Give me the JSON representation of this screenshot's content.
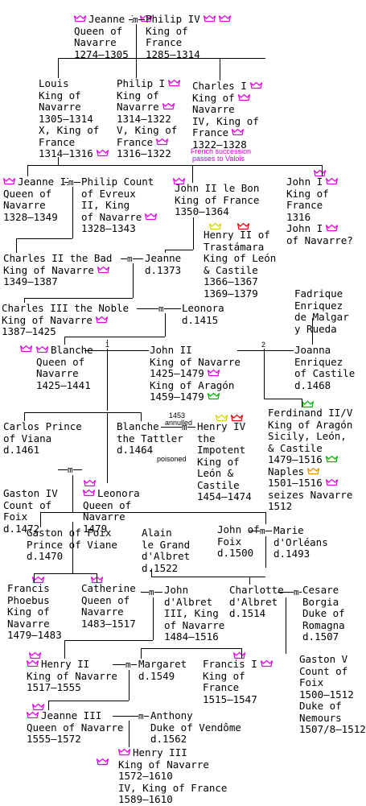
{
  "colors": {
    "navarre": "#e000e0",
    "france": "#e000e0",
    "leon_castile": "#d4d400",
    "castile_red": "#e00000",
    "aragon": "#00b000",
    "naples_orange": "#e09000",
    "note": "#d000d0"
  },
  "marriage_symbol": "m",
  "people": [
    {
      "id": "jeanne1",
      "lines": [
        "Jeanne I",
        "Queen of",
        "Navarre",
        "1274–1305"
      ]
    },
    {
      "id": "philip4",
      "lines": [
        "Philip IV",
        "King of",
        "France",
        "1285–1314"
      ]
    },
    {
      "id": "louis",
      "lines": [
        "Louis",
        "King of",
        "Navarre",
        "1305–1314",
        "X, King of",
        "France",
        "1314–1316"
      ]
    },
    {
      "id": "philip1",
      "lines": [
        "Philip I",
        "King of",
        "Navarre",
        "1314–1322",
        "V, King of",
        "France",
        "1316–1322"
      ]
    },
    {
      "id": "charles1",
      "lines": [
        "Charles I",
        "King of",
        "Navarre",
        "IV, King of",
        "France",
        "1322–1328"
      ]
    },
    {
      "id": "jeanne2",
      "lines": [
        "Jeanne II",
        "Queen of",
        "Navarre",
        "1328–1349"
      ]
    },
    {
      "id": "philipevreux",
      "lines": [
        "Philip Count",
        "of Evreux",
        "II, King",
        "of Navarre",
        "1328–1343"
      ]
    },
    {
      "id": "john2bon",
      "lines": [
        "John II le Bon",
        "King of France",
        "1350–1364"
      ]
    },
    {
      "id": "john1",
      "lines": [
        "John I",
        "King of",
        "France",
        "1316",
        "John I",
        "of Navarre?"
      ]
    },
    {
      "id": "henry2",
      "lines": [
        "Henry II of",
        "Trastámara",
        "King of León",
        "& Castile",
        "1366–1367",
        "1369–1379"
      ]
    },
    {
      "id": "charles2",
      "lines": [
        "Charles II the Bad",
        "King of Navarre",
        "1349–1387"
      ]
    },
    {
      "id": "jeanne_d1373",
      "lines": [
        "Jeanne",
        "d.1373"
      ]
    },
    {
      "id": "charles3",
      "lines": [
        "Charles III the Noble",
        "King of Navarre",
        "1387–1425"
      ]
    },
    {
      "id": "leonora",
      "lines": [
        "Leonora",
        "d.1415"
      ]
    },
    {
      "id": "fadrique",
      "lines": [
        "Fadrique",
        "Enriquez",
        "de Malgar",
        "y Rueda"
      ]
    },
    {
      "id": "blanche",
      "lines": [
        "Blanche",
        "Queen of",
        "Navarre",
        "1425–1441"
      ]
    },
    {
      "id": "john2",
      "lines": [
        "John II",
        "King of Navarre",
        "1425–1479",
        "King of Aragón",
        "1459–1479"
      ]
    },
    {
      "id": "joanna",
      "lines": [
        "Joanna",
        "Enriquez",
        "of Castile",
        "d.1468"
      ]
    },
    {
      "id": "ferdinand",
      "lines": [
        "Ferdinand II/V",
        "King of Aragón",
        "Sicily, León,",
        "& Castile",
        "1479–1516",
        "Naples",
        "1501–1516",
        "seizes Navarre",
        "1512"
      ]
    },
    {
      "id": "carlos",
      "lines": [
        "Carlos Prince",
        "of Viana",
        "d.1461"
      ]
    },
    {
      "id": "blanche_tattler",
      "lines": [
        "Blanche",
        "the Tattler",
        "d.1464"
      ]
    },
    {
      "id": "henry4",
      "lines": [
        "Henry IV",
        "the",
        "Impotent",
        "King of",
        "León &",
        "Castile",
        "1454–1474"
      ]
    },
    {
      "id": "gaston4",
      "lines": [
        "Gaston IV",
        "Count of",
        "Foix",
        "d.1472"
      ]
    },
    {
      "id": "leonora2",
      "lines": [
        "Leonora",
        "Queen of",
        "Navarre",
        "1479"
      ]
    },
    {
      "id": "gastonfoix",
      "lines": [
        "Gaston of Foix",
        "Prince of Viane",
        "d.1470"
      ]
    },
    {
      "id": "alain",
      "lines": [
        "Alain",
        "le Grand",
        "d'Albret",
        "d.1522"
      ]
    },
    {
      "id": "johnfoix",
      "lines": [
        "John of",
        "Foix",
        "d.1500"
      ]
    },
    {
      "id": "marie",
      "lines": [
        "Marie",
        "d'Orléans",
        "d.1493"
      ]
    },
    {
      "id": "francis",
      "lines": [
        "Francis",
        "Phoebus",
        "King of",
        "Navarre",
        "1479–1483"
      ]
    },
    {
      "id": "catherine",
      "lines": [
        "Catherine",
        "Queen of",
        "Navarre",
        "1483–1517"
      ]
    },
    {
      "id": "john3",
      "lines": [
        "John",
        "d'Albret",
        "III, King",
        "of Navarre",
        "1484–1516"
      ]
    },
    {
      "id": "charlotte",
      "lines": [
        "Charlotte",
        "d'Albret",
        "d.1514"
      ]
    },
    {
      "id": "cesare",
      "lines": [
        "Cesare",
        "Borgia",
        "Duke of",
        "Romagna",
        "d.1507"
      ]
    },
    {
      "id": "henry2n",
      "lines": [
        "Henry II",
        "King of Navarre",
        "1517–1555"
      ]
    },
    {
      "id": "margaret",
      "lines": [
        "Margaret",
        "d.1549"
      ]
    },
    {
      "id": "francis1",
      "lines": [
        "Francis I",
        "King of",
        "France",
        "1515–1547"
      ]
    },
    {
      "id": "gaston5",
      "lines": [
        "Gaston V",
        "Count of",
        "Foix",
        "1500–1512",
        "Duke of",
        "Nemours",
        "1507/8–1512"
      ]
    },
    {
      "id": "jeanne3",
      "lines": [
        "Jeanne III",
        "Queen of Navarre",
        "1555–1572"
      ]
    },
    {
      "id": "anthony",
      "lines": [
        "Anthony",
        "Duke of Vendôme",
        "d.1562"
      ]
    },
    {
      "id": "henry3",
      "lines": [
        "Henry III",
        "King of Navarre",
        "1572–1610",
        "IV, King of France",
        "1589–1610"
      ]
    }
  ],
  "notes": {
    "french_succession": "French succession",
    "passes_to_valois": "passes to Valois",
    "annulled_year": "1453",
    "annulled": "annulled",
    "poisoned": "poisoned",
    "marriage1": "1",
    "marriage2": "2"
  }
}
